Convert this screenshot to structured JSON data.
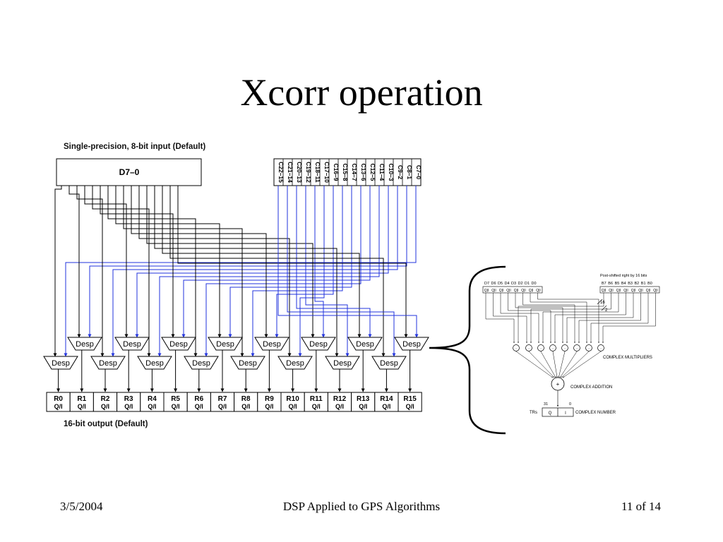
{
  "slide": {
    "title": "Xcorr operation",
    "footer_date": "3/5/2004",
    "footer_title": "DSP Applied to GPS Algorithms",
    "footer_page": "11 of 14"
  },
  "left_diagram": {
    "heading": "Single-precision, 8-bit input (Default)",
    "input_label": "D7–0",
    "code_bits": [
      "C22–15",
      "C21–14",
      "C20–13",
      "C19–12",
      "C18–11",
      "C17–10",
      "C16–9",
      "C15–8",
      "C14–7",
      "C13–6",
      "C12–5",
      "C11–4",
      "C10–3",
      "C9–2",
      "C8–1",
      "C7–0"
    ],
    "despreader_label": "Desp",
    "registers": [
      "R0",
      "R1",
      "R2",
      "R3",
      "R4",
      "R5",
      "R6",
      "R7",
      "R8",
      "R9",
      "R10",
      "R11",
      "R12",
      "R13",
      "R14",
      "R15"
    ],
    "register_sub": "Q/I",
    "output_label": "16-bit output (Default)"
  },
  "right_diagram": {
    "post_shift_label": "Post-shifted right by 16 bits",
    "d_labels": [
      "D7",
      "D6",
      "D5",
      "D4",
      "D3",
      "D2",
      "D1",
      "D0"
    ],
    "b_labels": [
      "B7",
      "B6",
      "B5",
      "B4",
      "B3",
      "B2",
      "B1",
      "B0"
    ],
    "qi_cell": "Q|I",
    "bus_width_16": "16",
    "bus_width_2": "2",
    "multiplier_symbol": "·",
    "complex_multipliers": "COMPLEX MULTIPLIERS",
    "adder_symbol": "+",
    "complex_addition": "COMPLEX ADDITION",
    "bit_high": "31",
    "bit_low": "0",
    "trs_label": "TRs",
    "q_label": "Q",
    "i_label": "I",
    "complex_number": "COMPLEX NUMBER"
  },
  "colors": {
    "blue_line": "#2233dd",
    "black": "#000000"
  }
}
